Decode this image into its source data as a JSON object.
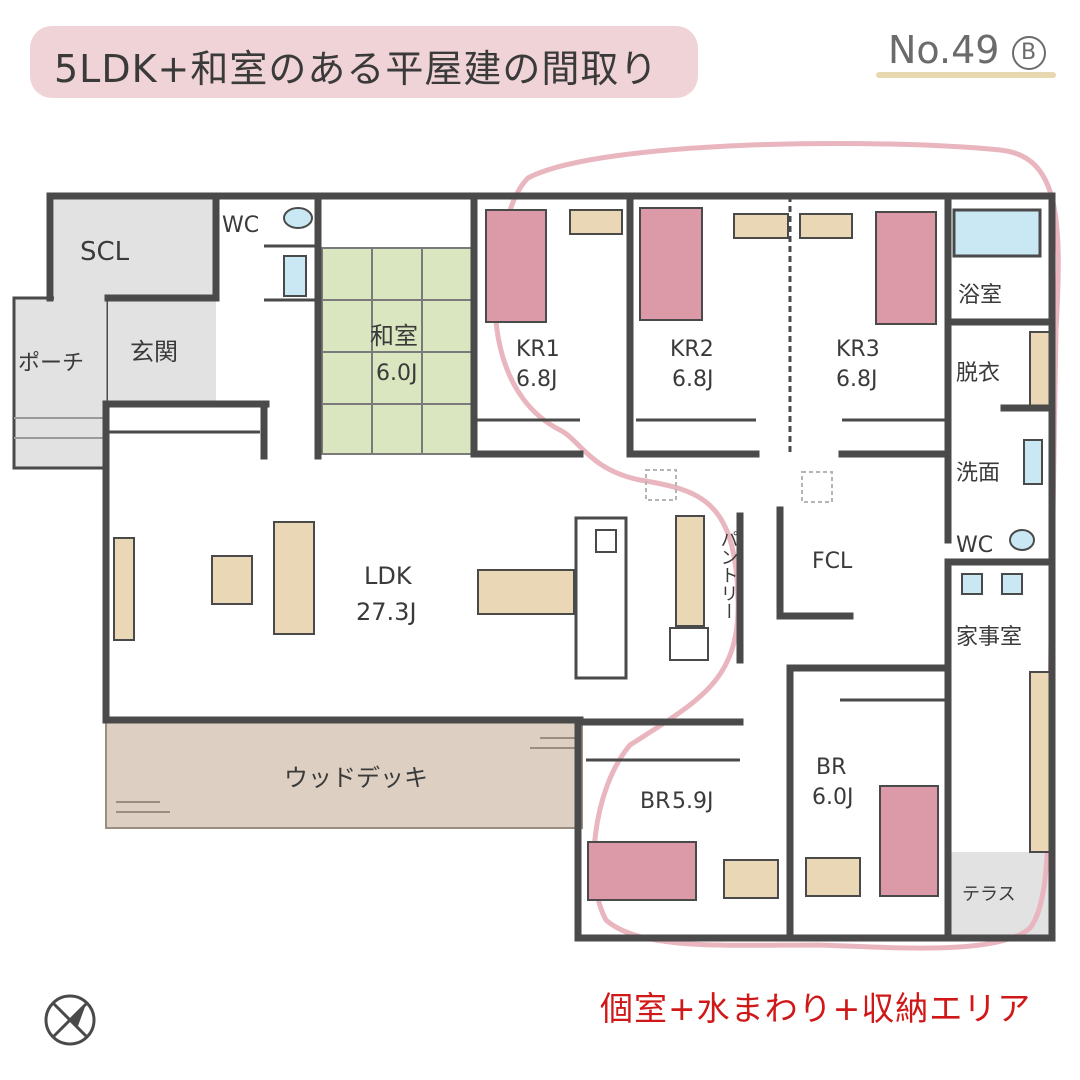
{
  "title": "5LDK+和室のある平屋建の間取り",
  "plan_number": "No.49",
  "plan_variant": "B",
  "area_caption": "個室+水まわり+収納エリア",
  "rooms": {
    "scl": "SCL",
    "wc_entry": "WC",
    "porch": "ポーチ",
    "entrance": "玄関",
    "washitsu": "和室",
    "washitsu_size": "6.0J",
    "kr1": "KR1",
    "kr1_size": "6.8J",
    "kr2": "KR2",
    "kr2_size": "6.8J",
    "kr3": "KR3",
    "kr3_size": "6.8J",
    "bath": "浴室",
    "dressing": "脱衣",
    "washroom": "洗面",
    "wc_back": "WC",
    "ldk": "LDK",
    "ldk_size": "27.3J",
    "pantry": "パントリー",
    "fcl": "FCL",
    "housework": "家事室",
    "deck": "ウッドデッキ",
    "br1": "BR",
    "br1_size": "5.9J",
    "br2": "BR",
    "br2_size": "6.0J",
    "terrace": "テラス"
  },
  "colors": {
    "wall": "#4a4a4a",
    "tatami": "#d9e6c0",
    "bed": "#dc9aa8",
    "desk": "#ead7b5",
    "deck": "#ddd0c2",
    "hall_gray": "#e2e2e2",
    "bath_blue": "#c9e8f3",
    "outline_pink": "#e9b6bf",
    "caption_red": "#d01818"
  },
  "icons": [
    "north-compass-icon",
    "ceiling-hatch-icon"
  ]
}
